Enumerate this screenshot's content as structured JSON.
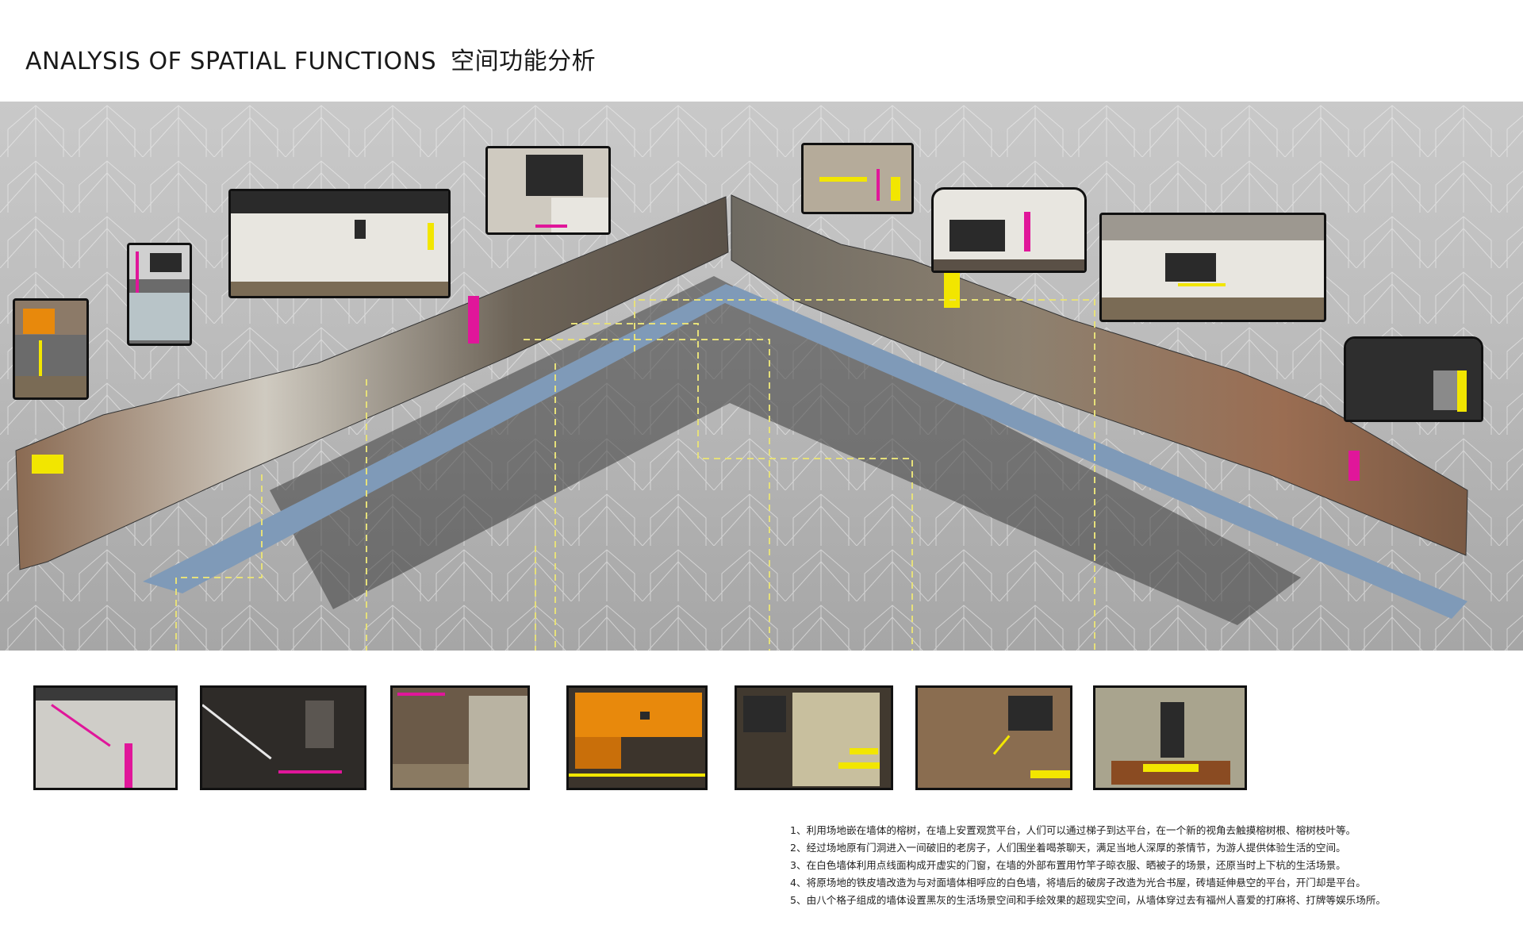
{
  "title": {
    "en": "ANALYSIS OF SPATIAL FUNCTIONS",
    "cn": "空间功能分析"
  },
  "colors": {
    "accent_yellow": "#f2e600",
    "accent_magenta": "#e0169a",
    "accent_orange": "#e8890c",
    "leader_line": "#e6e07a",
    "road_blue": "#7f9ab8",
    "background_gray": "#bdbdbd"
  },
  "notes": [
    "1、利用场地嵌在墙体的榕树，在墙上安置观赏平台，人们可以通过梯子到达平台，在一个新的视角去触摸榕树根、榕树枝叶等。",
    "2、经过场地原有门洞进入一间破旧的老房子，人们围坐着喝茶聊天，满足当地人深厚的茶情节，为游人提供体验生活的空间。",
    "3、在白色墙体利用点线面构成开虚实的门窗，在墙的外部布置用竹竿子晾衣服、晒被子的场景，还原当时上下杭的生活场景。",
    "4、将原场地的铁皮墙改造为与对面墙体相呼应的白色墙，将墙后的破房子改造为光合书屋，砖墙延伸悬空的平台，开门却是平台。",
    "5、由八个格子组成的墙体设置黑灰的生活场景空间和手绘效果的超现实空间，从墙体穿过去有福州人喜爱的打麻将、打牌等娱乐场所。"
  ]
}
